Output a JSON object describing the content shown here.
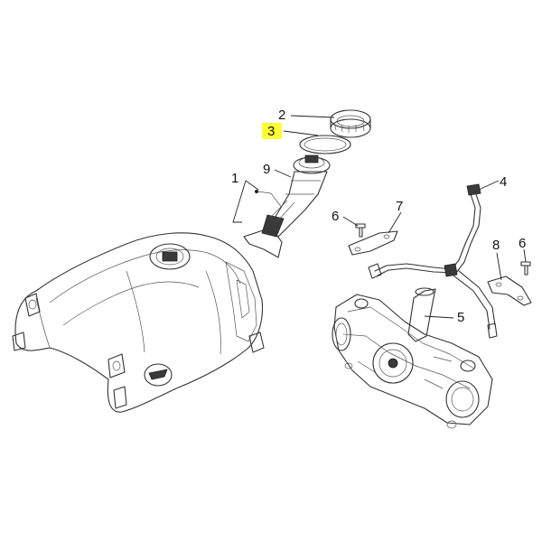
{
  "callouts": [
    {
      "id": "c1",
      "label": "1"
    },
    {
      "id": "c2",
      "label": "2"
    },
    {
      "id": "c3",
      "label": "3",
      "highlighted": true
    },
    {
      "id": "c4",
      "label": "4"
    },
    {
      "id": "c5",
      "label": "5"
    },
    {
      "id": "c6a",
      "label": "6"
    },
    {
      "id": "c6b",
      "label": "6"
    },
    {
      "id": "c7",
      "label": "7"
    },
    {
      "id": "c8",
      "label": "8"
    },
    {
      "id": "c9",
      "label": "9"
    }
  ],
  "colors": {
    "highlight": "#ffff33",
    "line": "#333333",
    "background": "#ffffff"
  }
}
